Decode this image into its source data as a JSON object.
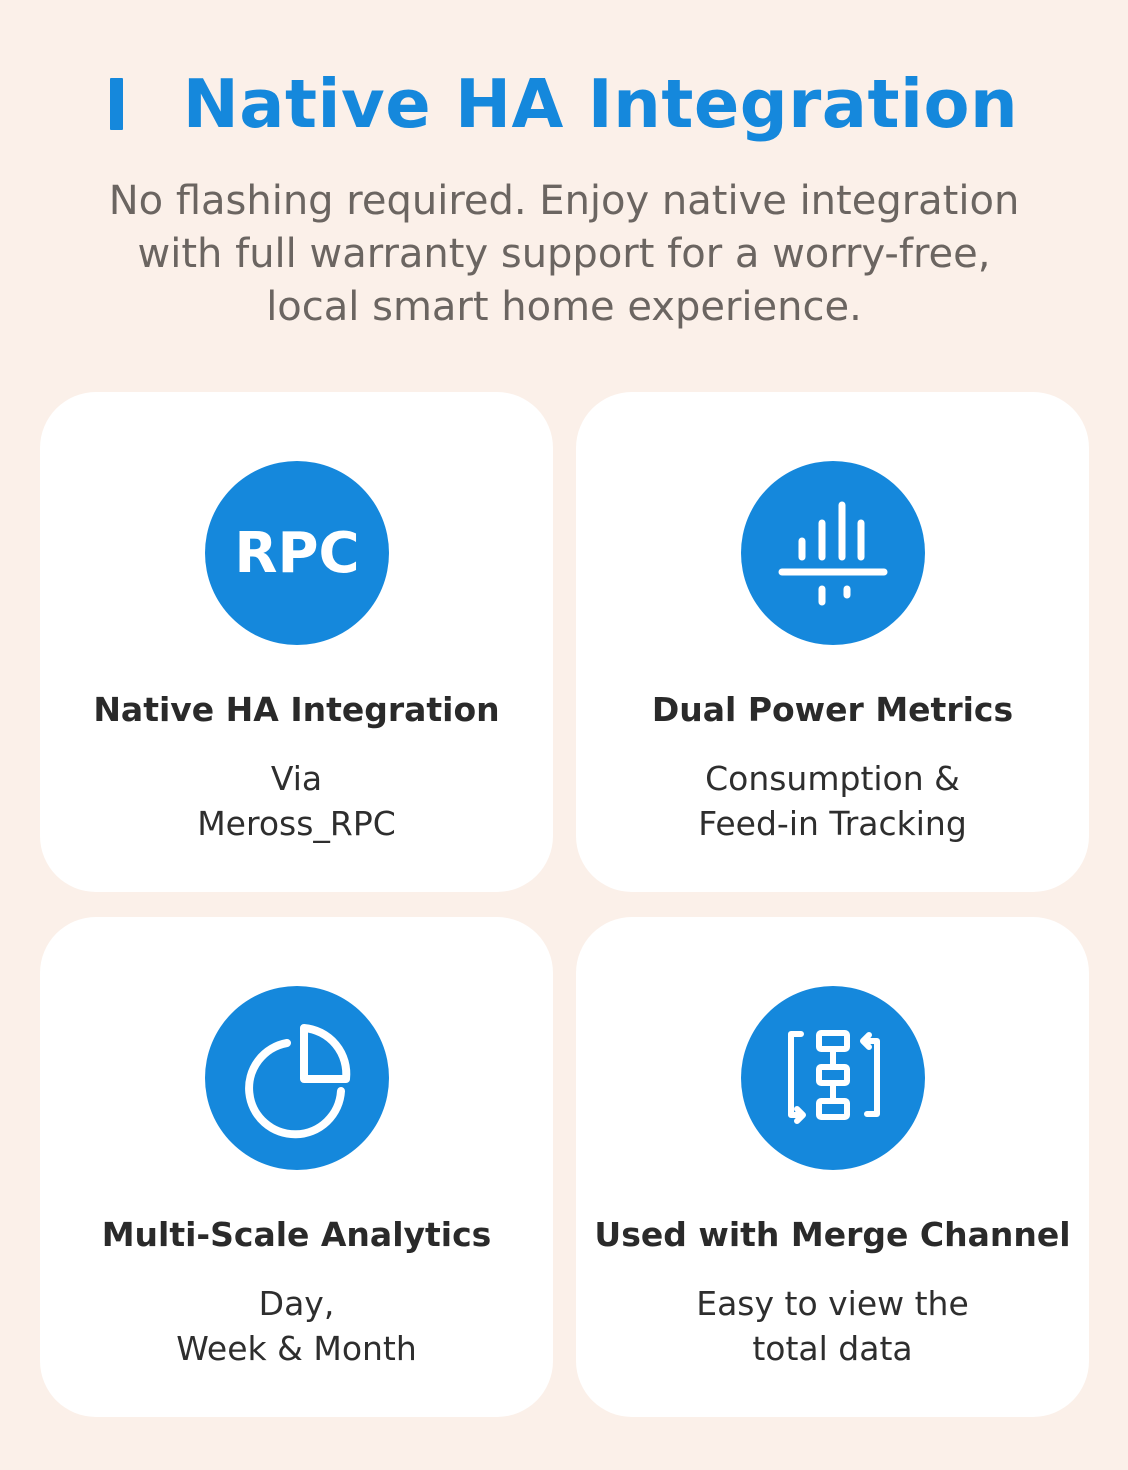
{
  "header": {
    "title": "Native HA Integration",
    "subtitle_lines": [
      "No flashing required. Enjoy native integration",
      "with full warranty support for a worry-free,",
      "local smart home experience."
    ]
  },
  "cards": [
    {
      "icon": "rpc-badge-icon",
      "icon_text": "RPC",
      "title": "Native HA Integration",
      "desc_lines": [
        "Via",
        "Meross_RPC"
      ]
    },
    {
      "icon": "power-metrics-icon",
      "title": "Dual Power Metrics",
      "desc_lines": [
        "Consumption &",
        "Feed-in Tracking"
      ]
    },
    {
      "icon": "pie-chart-icon",
      "title": "Multi-Scale Analytics",
      "desc_lines": [
        "Day,",
        "Week & Month"
      ]
    },
    {
      "icon": "merge-channel-icon",
      "title": "Used with Merge Channel",
      "desc_lines": [
        "Easy to view the",
        "total data"
      ]
    }
  ],
  "colors": {
    "background": "#fbf0e9",
    "accent": "#1588dc",
    "card": "#ffffff"
  }
}
